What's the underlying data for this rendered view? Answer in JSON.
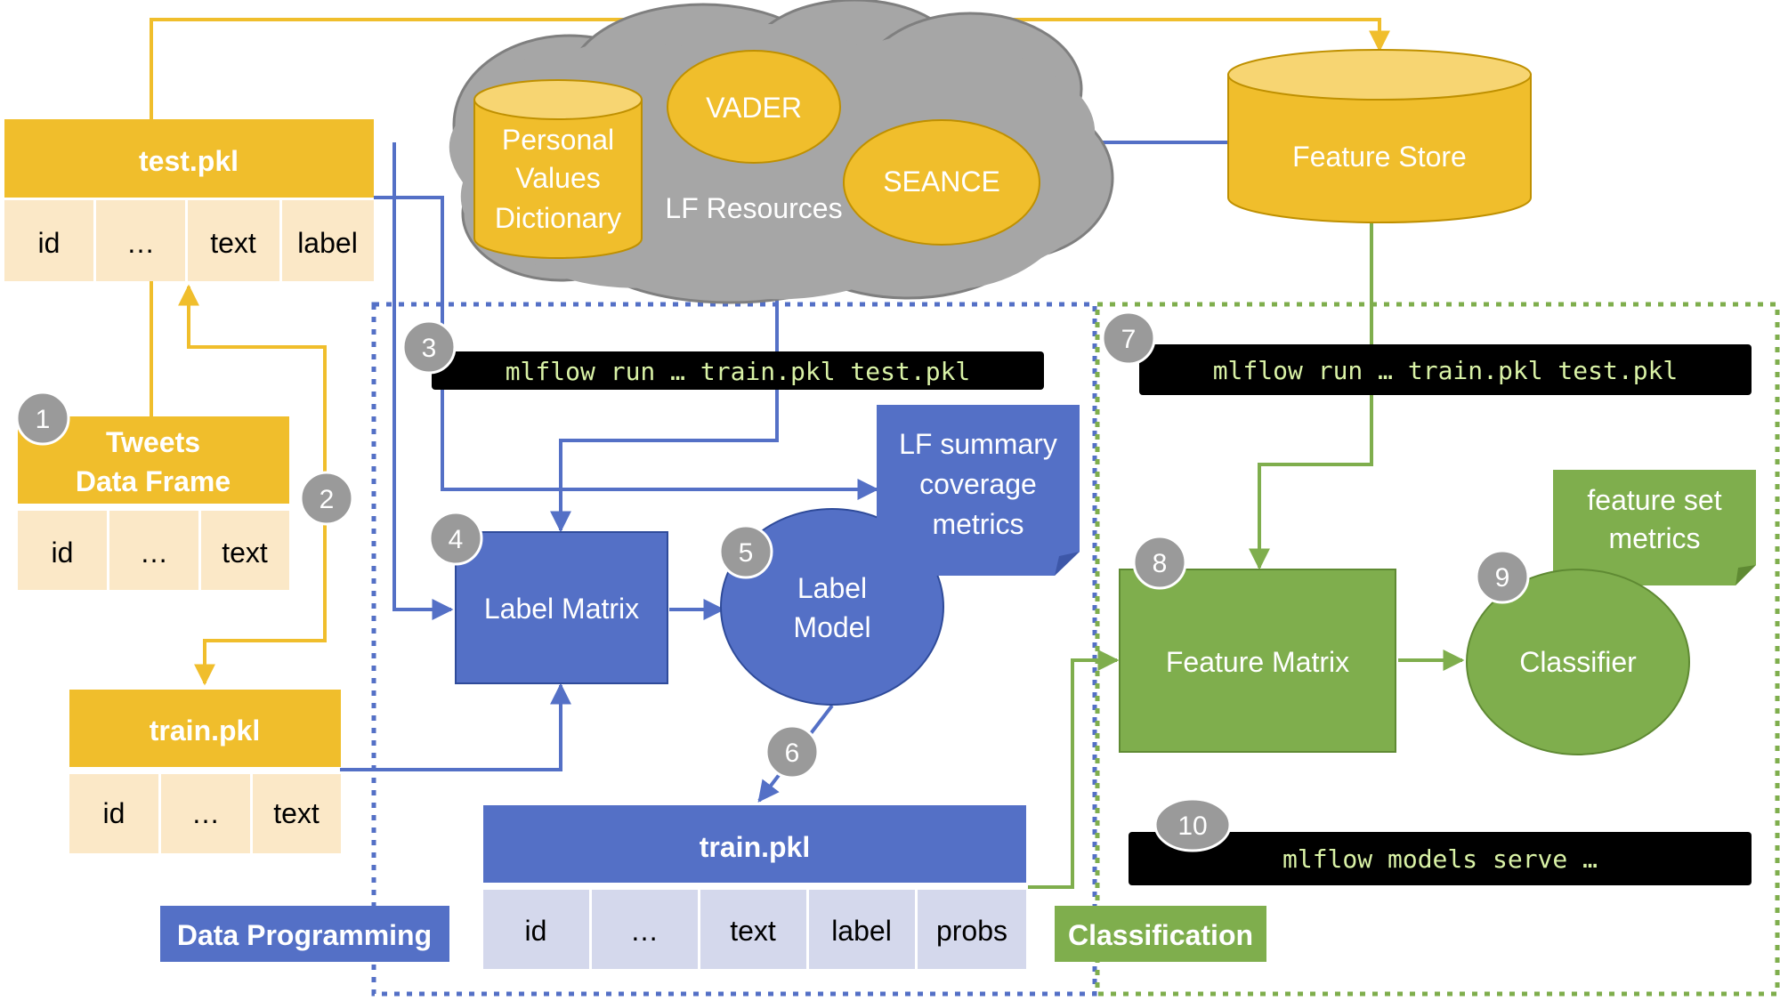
{
  "colors": {
    "yellow": "#f0be2c",
    "yellow_light": "#fbe8c7",
    "blue": "#5470c6",
    "blue_light": "#d4d8ec",
    "green": "#7fae4d",
    "gray": "#a6a6a6",
    "badge": "#9a9a9a",
    "terminal": "#000000"
  },
  "resources": {
    "cloud_label": "LF Resources",
    "personal_values": [
      "Personal",
      "Values",
      "Dictionary"
    ],
    "vader": "VADER",
    "seance": "SEANCE"
  },
  "feature_store": {
    "label": "Feature Store"
  },
  "test_table": {
    "title": "test.pkl",
    "columns": [
      "id",
      "…",
      "text",
      "label"
    ]
  },
  "tweets_table": {
    "title_lines": [
      "Tweets",
      "Data Frame"
    ],
    "columns": [
      "id",
      "…",
      "text"
    ]
  },
  "train_table": {
    "title": "train.pkl",
    "columns": [
      "id",
      "…",
      "text"
    ]
  },
  "train_labeled_table": {
    "title": "train.pkl",
    "columns": [
      "id",
      "…",
      "text",
      "label",
      "probs"
    ]
  },
  "data_programming": {
    "section_label": "Data Programming",
    "command": "mlflow run … train.pkl test.pkl",
    "label_matrix": "Label Matrix",
    "label_model": [
      "Label",
      "Model"
    ],
    "lf_summary": [
      "LF summary",
      "coverage",
      "metrics"
    ]
  },
  "classification": {
    "section_label": "Classification",
    "command": "mlflow run … train.pkl test.pkl",
    "feature_matrix": "Feature Matrix",
    "classifier": "Classifier",
    "feature_metrics": [
      "feature set",
      "metrics"
    ],
    "serve_command": "mlflow models serve …"
  },
  "steps": [
    "1",
    "2",
    "3",
    "4",
    "5",
    "6",
    "7",
    "8",
    "9",
    "10"
  ]
}
